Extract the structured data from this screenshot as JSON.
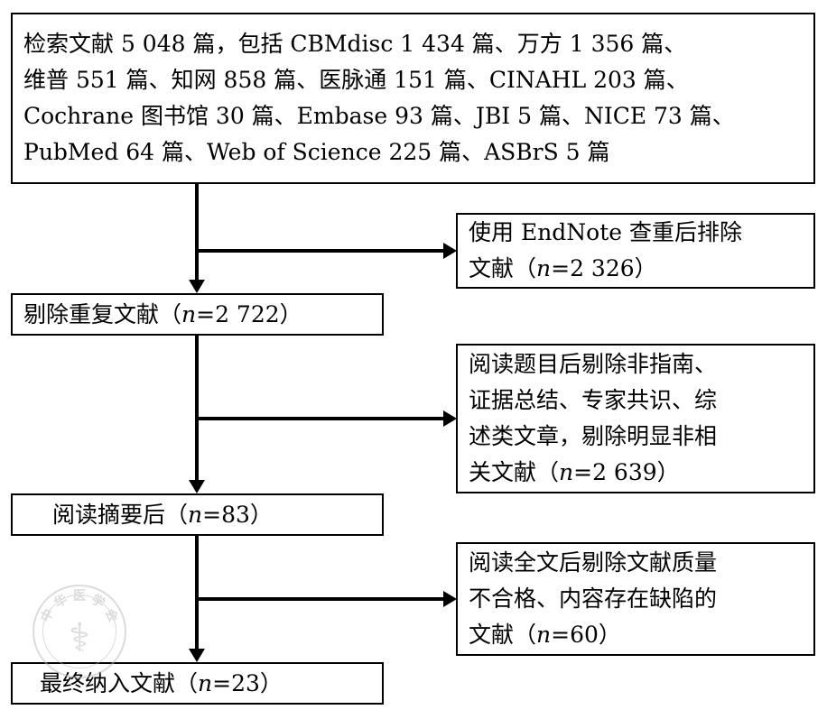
{
  "boxes": {
    "search": {
      "segments": [
        {
          "text": "检索文献 5 048 篇，包括 CBMdisc 1 434 篇、万方 1 356 篇、\n维普 551 篇、知网 858 篇、医脉通 151 篇、CINAHL 203 篇、\nCochrane 图书馆 30 篇、Embase 93 篇、JBI 5 篇、NICE 73 篇、\nPubMed 64 篇、Web of Science 225 篇、ASBrS 5 篇"
        }
      ]
    },
    "endnote_exclude": {
      "segments": [
        {
          "text": "使用 EndNote 查重后排除\n文献（"
        },
        {
          "text": "n",
          "italic": true
        },
        {
          "text": "=2 326）"
        }
      ]
    },
    "dedup": {
      "segments": [
        {
          "text": "剔除重复文献（"
        },
        {
          "text": "n",
          "italic": true
        },
        {
          "text": "=2 722）"
        }
      ]
    },
    "title_exclude": {
      "segments": [
        {
          "text": "阅读题目后剔除非指南、\n证据总结、专家共识、综\n述类文章，剔除明显非相\n关文献（"
        },
        {
          "text": "n",
          "italic": true
        },
        {
          "text": "=2 639）"
        }
      ]
    },
    "abstract": {
      "segments": [
        {
          "text": "阅读摘要后（"
        },
        {
          "text": "n",
          "italic": true
        },
        {
          "text": "=83）"
        }
      ]
    },
    "fulltext_exclude": {
      "segments": [
        {
          "text": "阅读全文后剔除文献质量\n不合格、内容存在缺陷的\n文献（"
        },
        {
          "text": "n",
          "italic": true
        },
        {
          "text": "=60）"
        }
      ]
    },
    "final": {
      "segments": [
        {
          "text": "最终纳入文献（"
        },
        {
          "text": "n",
          "italic": true
        },
        {
          "text": "=23）"
        }
      ]
    }
  },
  "watermark": {
    "chars": [
      "中",
      "华",
      "医",
      "学",
      "会"
    ],
    "symbol": "⚕",
    "color": "#b9b9b9"
  }
}
